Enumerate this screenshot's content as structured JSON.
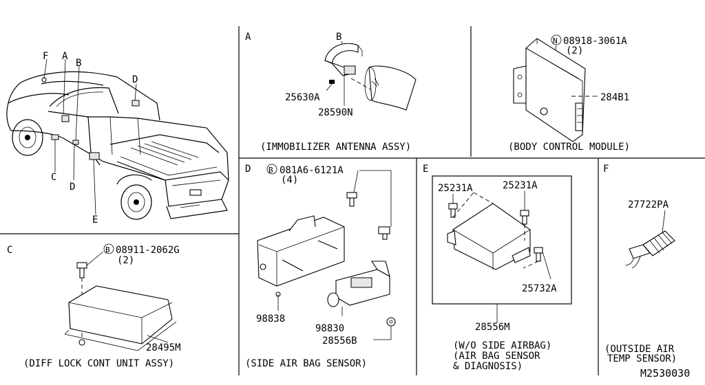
{
  "sections": {
    "A": {
      "letter": "A",
      "caption": "(IMMOBILIZER ANTENNA ASSY)",
      "callout_b": "B",
      "parts": [
        "25630A",
        "28590N"
      ]
    },
    "body_control": {
      "caption": "(BODY CONTROL MODULE)",
      "nut_symbol": "N",
      "nut_part": "08918-3061A",
      "nut_qty": "(2)",
      "module_part": "284B1"
    },
    "vehicle": {
      "callouts": [
        "F",
        "A",
        "B",
        "D",
        "C",
        "D",
        "E"
      ]
    },
    "C": {
      "letter": "C",
      "caption": "(DIFF LOCK CONT UNIT ASSY)",
      "bolt_symbol": "B",
      "bolt_part": "08911-2062G",
      "bolt_qty": "(2)",
      "unit_part": "28495M"
    },
    "D": {
      "letter": "D",
      "caption": "(SIDE AIR BAG SENSOR)",
      "bolt_symbol": "B",
      "bolt_part": "081A6-6121A",
      "bolt_qty": "(4)",
      "parts": [
        "98838",
        "98830",
        "28556B"
      ]
    },
    "E": {
      "letter": "E",
      "parts": [
        "25231A",
        "25231A",
        "25732A",
        "28556M"
      ],
      "caption_lines": [
        "(W/O SIDE AIRBAG)",
        "(AIR BAG SENSOR",
        "& DIAGNOSIS)"
      ]
    },
    "F": {
      "letter": "F",
      "part": "27722PA",
      "caption_lines": [
        "(OUTSIDE AIR",
        "TEMP SENSOR)"
      ]
    }
  },
  "diagram_code": "M2530030"
}
